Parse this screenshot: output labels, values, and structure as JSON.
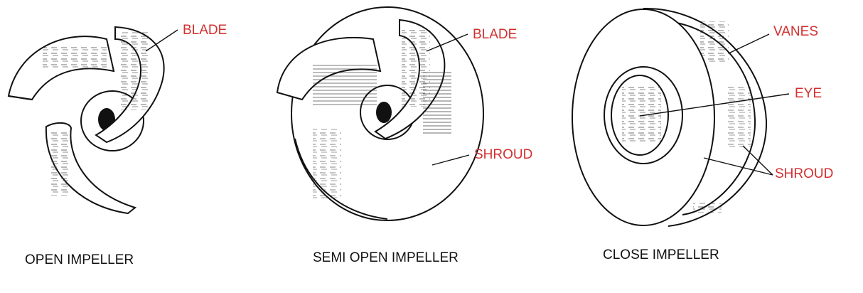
{
  "labels": {
    "open_blade": "BLADE",
    "semi_blade": "BLADE",
    "semi_shroud": "SHROUD",
    "close_vanes": "VANES",
    "close_eye": "EYE",
    "close_shroud": "SHROUD"
  },
  "captions": {
    "open": "OPEN IMPELLER",
    "semi_open": "SEMI OPEN IMPELLER",
    "close": "CLOSE IMPELLER"
  },
  "colors": {
    "label": "#d32f2f",
    "caption": "#111111",
    "ink": "#111111",
    "background": "#ffffff"
  }
}
